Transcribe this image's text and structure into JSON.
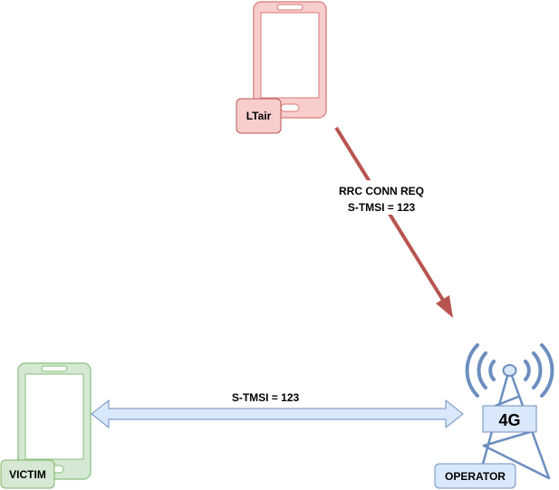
{
  "diagram": {
    "attacker": {
      "label": "LTair",
      "color_fill": "#f8cecc",
      "color_stroke": "#e59c9c"
    },
    "victim": {
      "label": "VICTIM",
      "color_fill": "#d5e8d4",
      "color_stroke": "#97c78c"
    },
    "operator": {
      "label": "OPERATOR",
      "tower_label": "4G",
      "color_fill": "#dae8fc",
      "color_stroke": "#6c8ebf"
    },
    "attack_message": {
      "line1": "RRC CONN REQ",
      "line2": "S-TMSI = 123",
      "color": "#b85450"
    },
    "link_message": {
      "label": "S-TMSI = 123",
      "color_fill": "#dae8fc",
      "color_stroke": "#6c8ebf"
    }
  }
}
